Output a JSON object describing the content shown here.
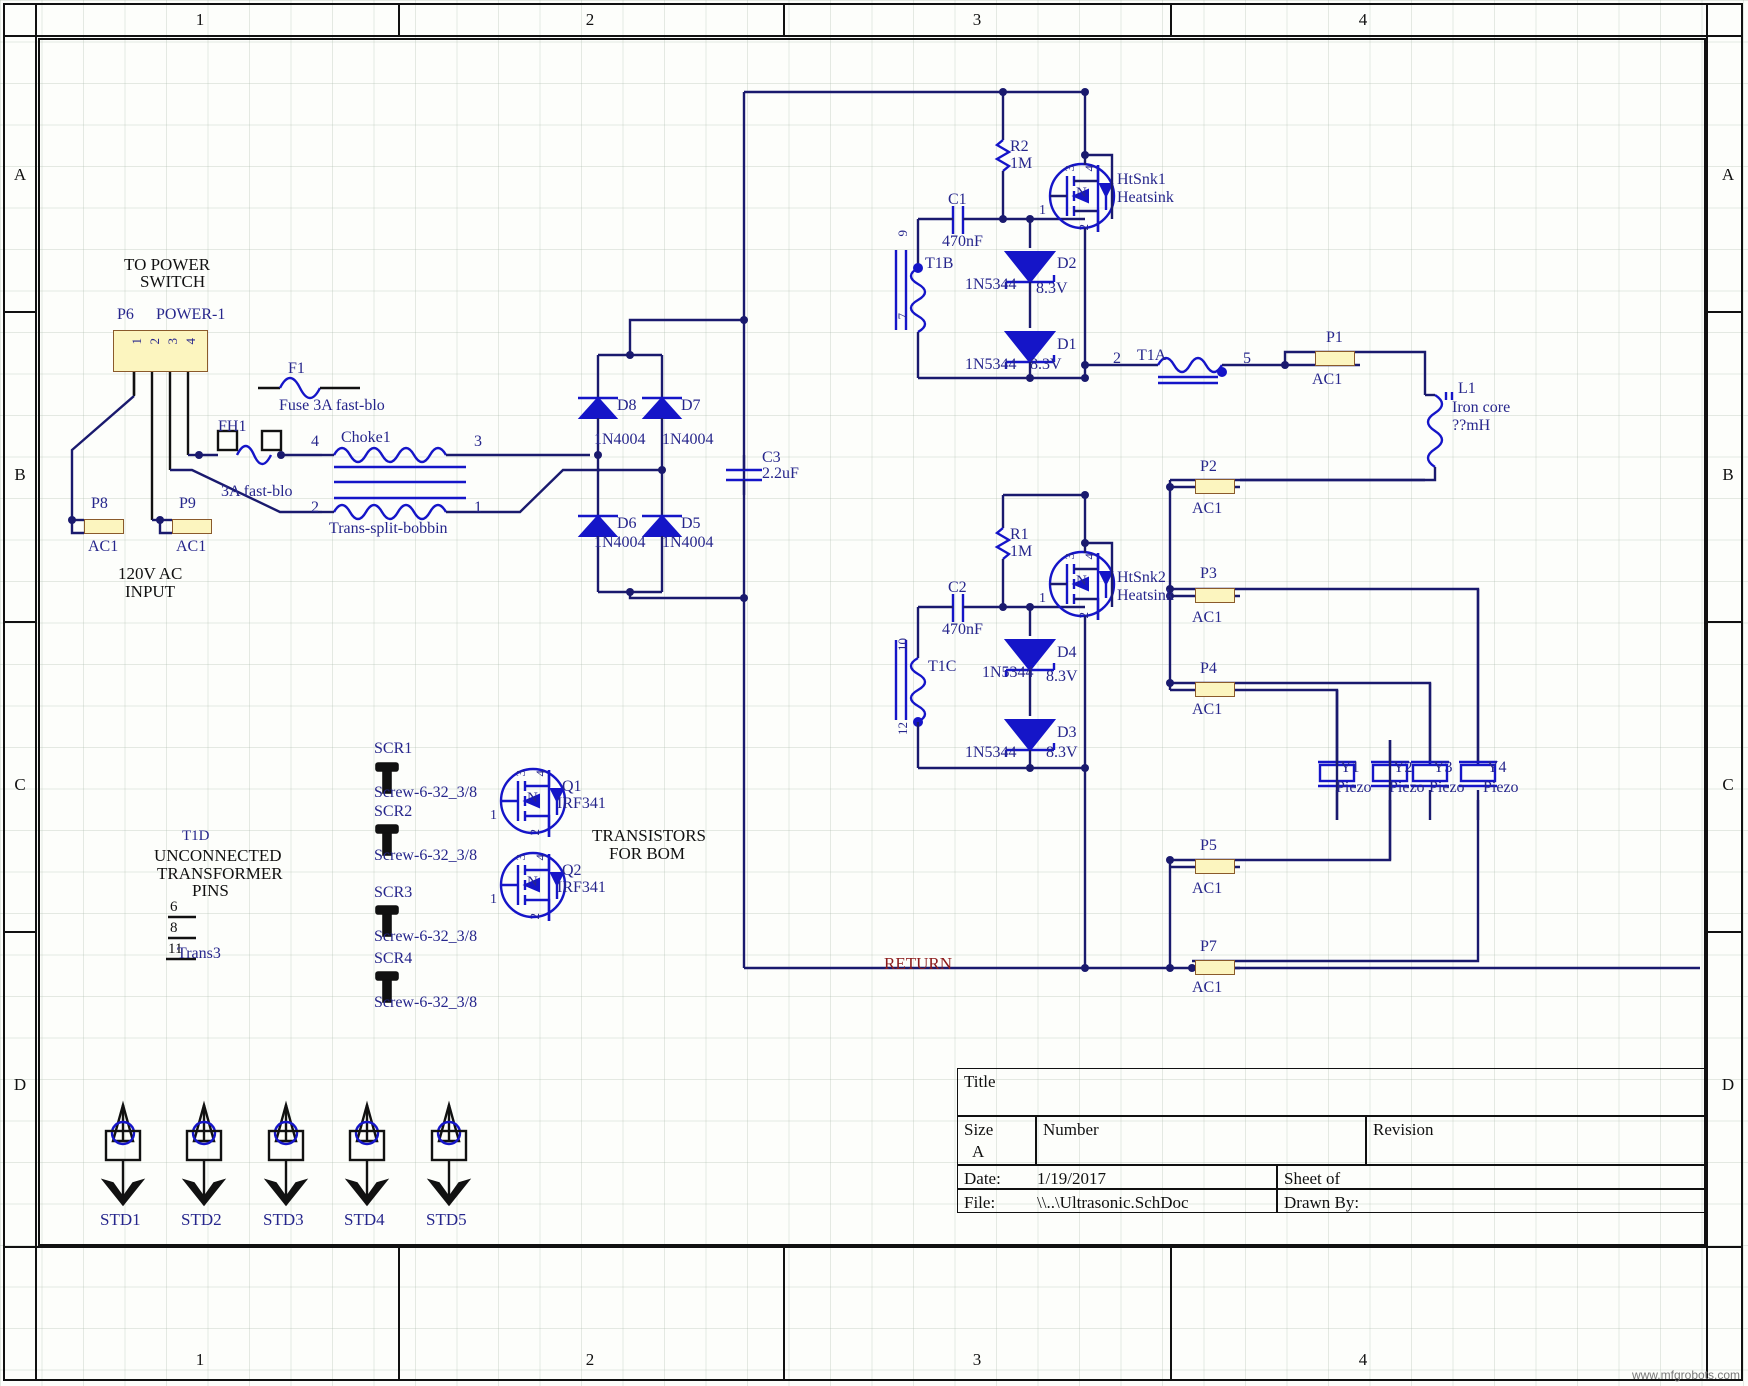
{
  "sheet": {
    "zones_top": [
      "1",
      "2",
      "3",
      "4"
    ],
    "zones_bottom": [
      "1",
      "2",
      "3",
      "4"
    ],
    "zones_left": [
      "A",
      "B",
      "C",
      "D"
    ],
    "zones_right": [
      "A",
      "B",
      "C",
      "D"
    ],
    "watermark": "www.mfgrobots.com"
  },
  "title_block": {
    "title_label": "Title",
    "title_value": "",
    "size_label": "Size",
    "size_value": "A",
    "number_label": "Number",
    "number_value": "",
    "revision_label": "Revision",
    "revision_value": "",
    "date_label": "Date:",
    "date_value": "1/19/2017",
    "sheet_label": "Sheet    of",
    "file_label": "File:",
    "file_value": "\\\\..\\Ultrasonic.SchDoc",
    "drawn_label": "Drawn By:"
  },
  "notes": {
    "to_power_switch": "TO POWER\nSWITCH",
    "to_power_switch_l1": "TO POWER",
    "to_power_switch_l2": "SWITCH",
    "ac_input_l1": "120V AC",
    "ac_input_l2": "INPUT",
    "unconnected_l0": "T1D",
    "unconnected_l1": "UNCONNECTED",
    "unconnected_l2": "TRANSFORMER",
    "unconnected_l3": "PINS",
    "transistors_l1": "TRANSISTORS",
    "transistors_l2": "FOR BOM",
    "return_net": "RETURN"
  },
  "components": {
    "P6": {
      "ref": "P6",
      "value": "POWER-1",
      "pins": [
        "1",
        "2",
        "3",
        "4"
      ]
    },
    "P8": {
      "ref": "P8",
      "value": "AC1"
    },
    "P9": {
      "ref": "P9",
      "value": "AC1"
    },
    "F1": {
      "ref": "F1",
      "value": "Fuse 3A fast-blo"
    },
    "FH1": {
      "ref": "FH1",
      "value": "3A fast-blo"
    },
    "Choke1": {
      "ref": "Choke1",
      "value": "Trans-split-bobbin",
      "pin_a": "4",
      "pin_b": "3",
      "pin_c": "2",
      "pin_d": "1"
    },
    "D8": {
      "ref": "D8",
      "value": "1N4004"
    },
    "D7": {
      "ref": "D7",
      "value": "1N4004"
    },
    "D6": {
      "ref": "D6",
      "value": "1N4004"
    },
    "D5": {
      "ref": "D5",
      "value": "1N4004"
    },
    "C3": {
      "ref": "C3",
      "value": "2.2uF"
    },
    "R2": {
      "ref": "R2",
      "value": "1M"
    },
    "R1": {
      "ref": "R1",
      "value": "1M"
    },
    "C1": {
      "ref": "C1",
      "value": "470nF"
    },
    "C2": {
      "ref": "C2",
      "value": "470nF"
    },
    "T1B": {
      "ref": "T1B",
      "pin_top": "9",
      "pin_bot": "7"
    },
    "T1C": {
      "ref": "T1C",
      "pin_top": "10",
      "pin_bot": "12"
    },
    "T1A": {
      "ref": "T1A",
      "pin_left": "2",
      "pin_right": "5"
    },
    "D2": {
      "ref": "D2",
      "value": "1N5344",
      "rating": "8.3V"
    },
    "D1": {
      "ref": "D1",
      "value": "1N5344",
      "rating": "8.3V"
    },
    "D4": {
      "ref": "D4",
      "value": "1N5344",
      "rating": "8.3V"
    },
    "D3": {
      "ref": "D3",
      "value": "1N5344",
      "rating": "8.3V"
    },
    "HtSnk1": {
      "ref": "HtSnk1",
      "value": "Heatsink"
    },
    "HtSnk2": {
      "ref": "HtSnk2",
      "value": "Heatsink"
    },
    "L1": {
      "ref": "L1",
      "value_l1": "Iron core",
      "value_l2": "??mH"
    },
    "P1": {
      "ref": "P1",
      "value": "AC1"
    },
    "P2": {
      "ref": "P2",
      "value": "AC1"
    },
    "P3": {
      "ref": "P3",
      "value": "AC1"
    },
    "P4": {
      "ref": "P4",
      "value": "AC1"
    },
    "P5": {
      "ref": "P5",
      "value": "AC1"
    },
    "P7": {
      "ref": "P7",
      "value": "AC1"
    },
    "Y1": {
      "ref": "Y1",
      "value": "Piezo"
    },
    "Y2": {
      "ref": "Y2",
      "value": "Piezo"
    },
    "Y3": {
      "ref": "Y3",
      "value": "Piezo"
    },
    "Y4": {
      "ref": "Y4",
      "value": "Piezo"
    },
    "SCR1": {
      "ref": "SCR1",
      "value": "Screw-6-32_3/8"
    },
    "SCR2": {
      "ref": "SCR2",
      "value": "Screw-6-32_3/8"
    },
    "SCR3": {
      "ref": "SCR3",
      "value": "Screw-6-32_3/8"
    },
    "SCR4": {
      "ref": "SCR4",
      "value": "Screw-6-32_3/8"
    },
    "Q1": {
      "ref": "Q1",
      "value": "IRF341"
    },
    "Q2": {
      "ref": "Q2",
      "value": "IRF341"
    },
    "Trans3": {
      "ref": "Trans3",
      "pins": [
        "6",
        "8",
        "11"
      ]
    },
    "STD1": {
      "ref": "STD1"
    },
    "STD2": {
      "ref": "STD2"
    },
    "STD3": {
      "ref": "STD3"
    },
    "STD4": {
      "ref": "STD4"
    },
    "STD5": {
      "ref": "STD5"
    }
  },
  "mosfet_pins": {
    "g": "1",
    "s": "2",
    "d3": "3",
    "d4": "4",
    "ch": "N"
  },
  "colors": {
    "wire": "#1a1a6e",
    "symbol": "#1515c8",
    "text_blue": "#26268c",
    "pad": "#fcf5bf",
    "net_red": "#8b1a1a",
    "black": "#111111"
  }
}
